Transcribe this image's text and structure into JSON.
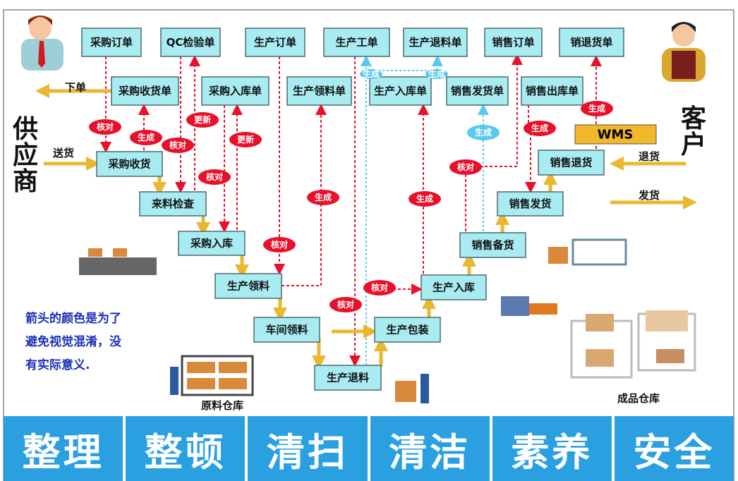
{
  "documents_top": [
    "采购订单",
    "QC检验单",
    "生产订单",
    "生产工单",
    "生产退料单",
    "销售订单",
    "销退货单"
  ],
  "documents_mid": [
    "采购收货单",
    "采购入库单",
    "生产领料单",
    "生产入库单",
    "销售发货单",
    "销售出库单"
  ],
  "processes": [
    "采购收货",
    "来料检查",
    "采购入库",
    "生产领料",
    "车间领料",
    "生产退料",
    "生产包装",
    "生产入库",
    "销售备货",
    "销售发货",
    "销售退货"
  ],
  "wms": "WMS",
  "supplier": [
    "供",
    "应",
    "商"
  ],
  "customer": [
    "客",
    "户"
  ],
  "flow_labels": {
    "order": "下单",
    "deliver_in": "送货",
    "return": "退货",
    "ship": "发货"
  },
  "tags": {
    "check": "核对",
    "generate": "生成",
    "update": "更新"
  },
  "warehouses": {
    "raw": "原料仓库",
    "finished": "成品仓库"
  },
  "note": [
    "箭头的颜色是为了",
    "避免视觉混淆，没",
    "有实际意义."
  ],
  "footer": [
    "整理",
    "整顿",
    "清扫",
    "清洁",
    "素养",
    "安全"
  ],
  "colors": {
    "box": "#a8ecf2",
    "red": "#e8102a",
    "cyan": "#5bc8ee",
    "yellow": "#e8b830",
    "footer": "#2aa0e0",
    "note": "#1a2fb5"
  }
}
